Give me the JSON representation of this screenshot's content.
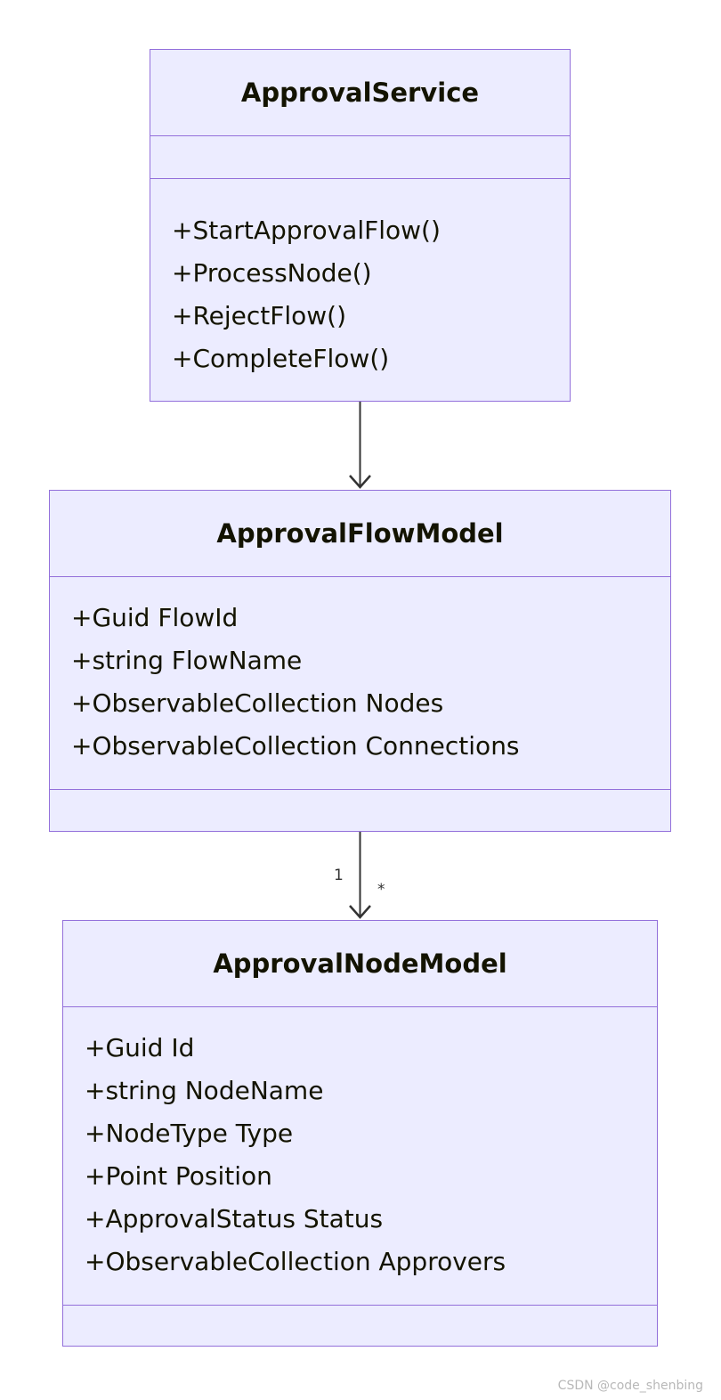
{
  "classes": {
    "service": {
      "name": "ApprovalService",
      "attributes": [],
      "methods": [
        "+StartApprovalFlow()",
        "+ProcessNode()",
        "+RejectFlow()",
        "+CompleteFlow()"
      ]
    },
    "flow": {
      "name": "ApprovalFlowModel",
      "attributes": [
        "+Guid FlowId",
        "+string FlowName",
        "+ObservableCollection Nodes",
        "+ObservableCollection Connections"
      ],
      "methods": []
    },
    "node": {
      "name": "ApprovalNodeModel",
      "attributes": [
        "+Guid Id",
        "+string NodeName",
        "+NodeType Type",
        "+Point Position",
        "+ApprovalStatus Status",
        "+ObservableCollection Approvers"
      ],
      "methods": []
    }
  },
  "relations": {
    "service_to_flow": {
      "from": "ApprovalService",
      "to": "ApprovalFlowModel"
    },
    "flow_to_node": {
      "from": "ApprovalFlowModel",
      "to": "ApprovalNodeModel",
      "source_multiplicity": "1",
      "target_multiplicity": "*"
    }
  },
  "watermark": "CSDN @code_shenbing",
  "colors": {
    "box_fill": "#ECECFF",
    "box_border": "#9370DB",
    "line": "#333333",
    "text": "#131300"
  }
}
